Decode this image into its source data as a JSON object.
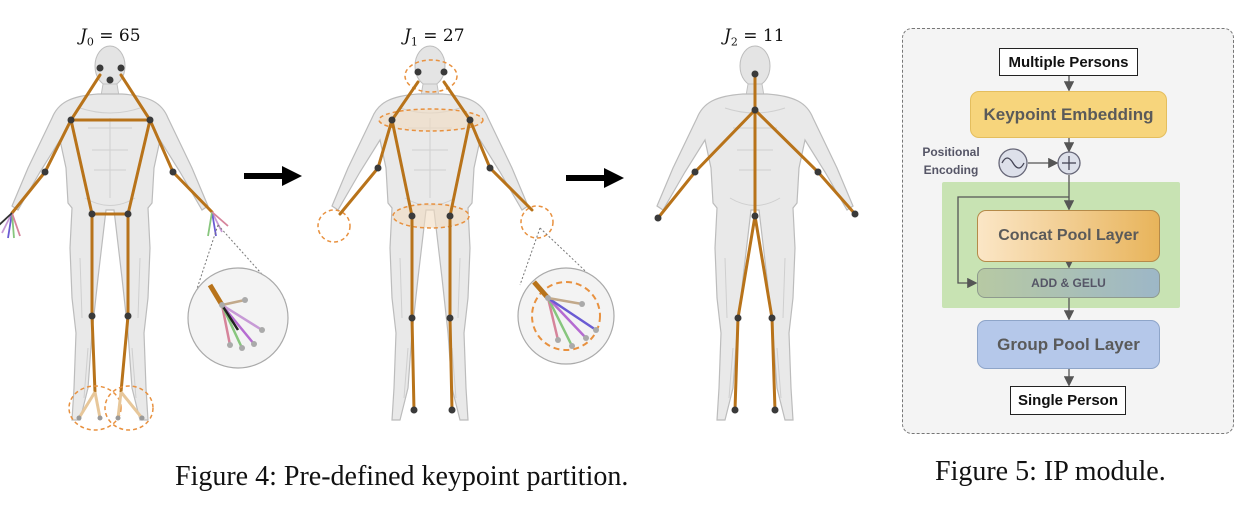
{
  "figure4": {
    "labels": [
      {
        "var": "J",
        "sub": "0",
        "eq": " = 65"
      },
      {
        "var": "J",
        "sub": "1",
        "eq": " = 27"
      },
      {
        "var": "J",
        "sub": "2",
        "eq": " = 11"
      }
    ],
    "caption": "Figure 4: Pre-defined keypoint partition.",
    "colors": {
      "skeleton": "#b8731a",
      "joint": "#3a3a3a",
      "body": "#e6e6e6",
      "highlight": "#e8913f",
      "arrow": "#000000"
    }
  },
  "figure5": {
    "caption": "Figure 5: IP module.",
    "input_label": "Multiple Persons",
    "keypoint_embedding_label": "Keypoint Embedding",
    "positional_encoding_label_line1": "Positional",
    "positional_encoding_label_line2": "Encoding",
    "concat_pool_label": "Concat Pool Layer",
    "add_gelu_label": "ADD & GELU",
    "group_pool_label": "Group Pool Layer",
    "output_label": "Single Person",
    "colors": {
      "keypoint_embedding": "#f7d57c",
      "concat_pool": "#e8b45b",
      "add_gelu": "#b7c9a3",
      "group_pool": "#b5c8ea",
      "green_region": "#c8e3b3",
      "panel": "#f4f4f4"
    }
  }
}
